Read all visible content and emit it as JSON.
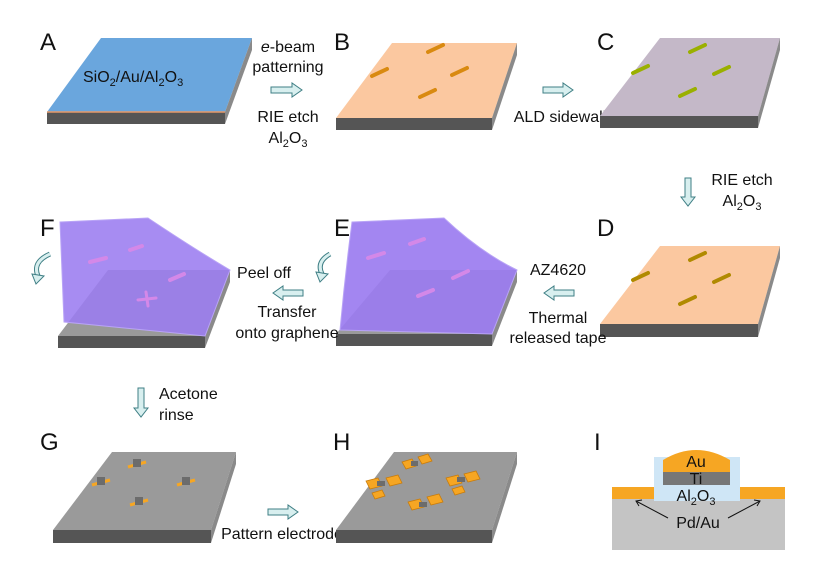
{
  "panels": {
    "a": "A",
    "b": "B",
    "c": "C",
    "d": "D",
    "e": "E",
    "f": "F",
    "g": "G",
    "h": "H",
    "i": "I"
  },
  "substrate_label": {
    "part1": "SiO",
    "sub1": "2",
    "part2": "/Au/Al",
    "sub2": "2",
    "part3": "O",
    "sub3": "3"
  },
  "steps": {
    "ab_line1_italic": "e",
    "ab_line1_rest": "-beam",
    "ab_line2": "patterning",
    "ab_line3": "RIE etch",
    "ab_line4_main": "Al",
    "ab_line4_sub1": "2",
    "ab_line4_o": "O",
    "ab_line4_sub2": "3",
    "bc": "ALD sidewall",
    "cd_line1": "RIE etch",
    "cd_line2_main": "Al",
    "cd_line2_sub1": "2",
    "cd_line2_o": "O",
    "cd_line2_sub2": "3",
    "de_line1": "AZ4620",
    "de_line2": "Thermal",
    "de_line3": "released tape",
    "ef_line1": "Peel off",
    "ef_line2": "Transfer",
    "ef_line3": "onto graphene",
    "fg_line1": "Acetone",
    "fg_line2": "rinse",
    "gh": "Pattern electrodes"
  },
  "cross_section": {
    "au": "Au",
    "ti": "Ti",
    "al_main": "Al",
    "al_sub1": "2",
    "al_o": "O",
    "al_sub2": "3",
    "pdau": "Pd/Au"
  },
  "colors": {
    "blue_top": "#6aa6dd",
    "peach_top": "#fbc8a0",
    "lavender_top": "#c4b8c8",
    "purple_film": "#9b7cf0",
    "gray_top": "#9a9a9a",
    "side_dark": "#555555",
    "side_mid": "#8a8a8a",
    "orange": "#f6a623",
    "arrow_fill": "#d8efef",
    "arrow_stroke": "#3f7f85",
    "ald_blue": "#cfe6f6",
    "substrate_gray": "#c4c4c4"
  }
}
